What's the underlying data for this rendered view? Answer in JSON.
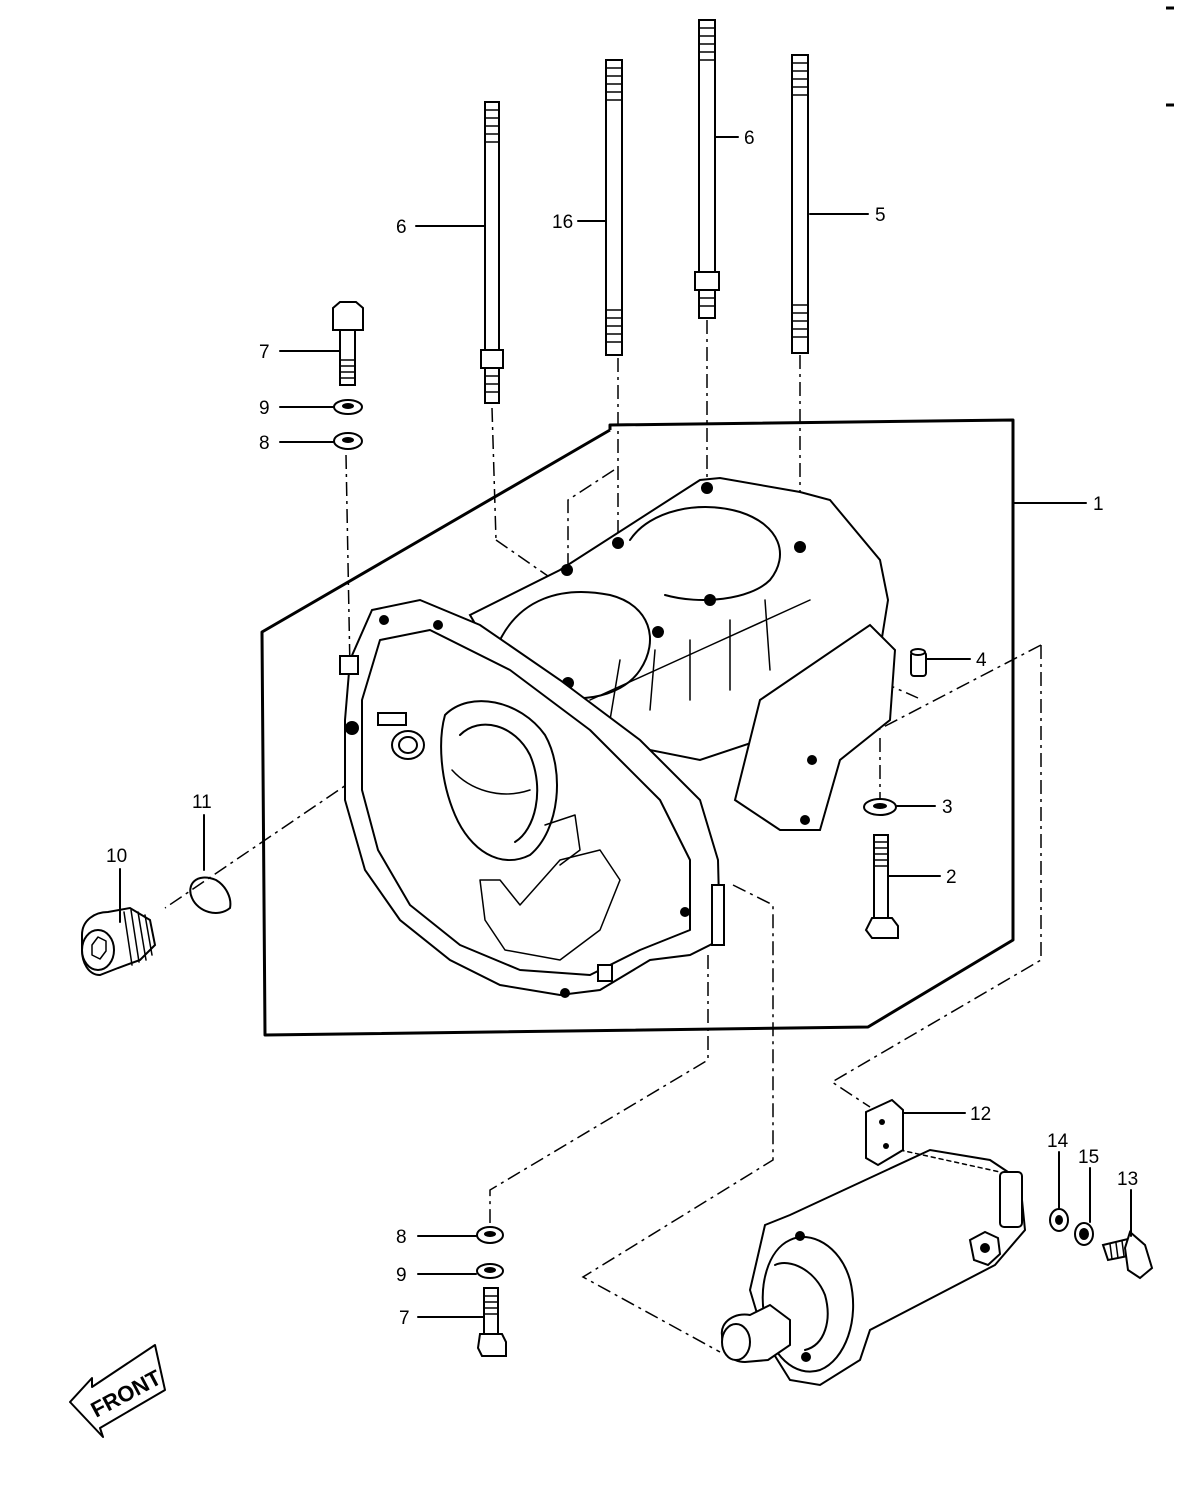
{
  "callouts": {
    "c1": "1",
    "c2": "2",
    "c3": "3",
    "c4": "4",
    "c5": "5",
    "c6a": "6",
    "c6b": "6",
    "c7a": "7",
    "c7b": "7",
    "c8a": "8",
    "c8b": "8",
    "c9a": "9",
    "c9b": "9",
    "c10": "10",
    "c11": "11",
    "c12": "12",
    "c13": "13",
    "c14": "14",
    "c15": "15",
    "c16": "16"
  },
  "front_arrow": {
    "label": "FRONT"
  }
}
